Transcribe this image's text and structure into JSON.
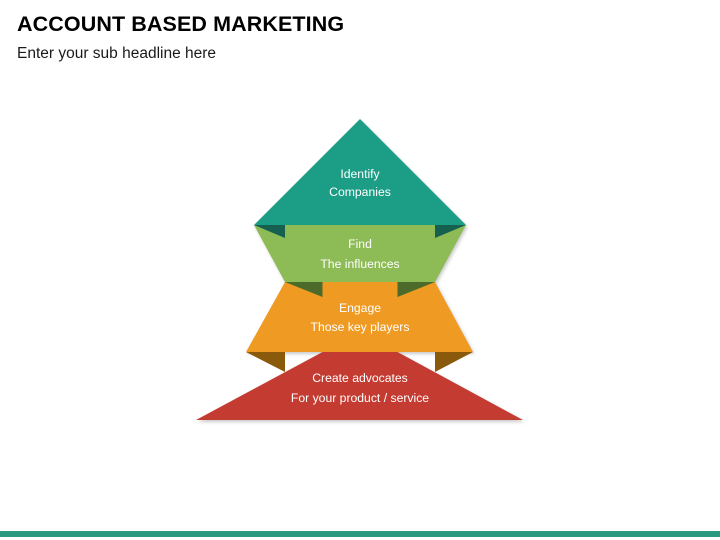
{
  "header": {
    "title": "ACCOUNT BASED MARKETING",
    "subtitle": "Enter your sub headline here"
  },
  "pyramid": {
    "name": "account-based-marketing-pyramid",
    "tiers": [
      {
        "id": "identify",
        "line1": "Identify",
        "line2": "Companies",
        "color": "#1f9e86",
        "shadow_color": "#16604f"
      },
      {
        "id": "find",
        "line1": "Find",
        "line2": "The influences",
        "color": "#8dbb55",
        "shadow_color": "#4c6b2a"
      },
      {
        "id": "engage",
        "line1": "Engage",
        "line2": "Those key players",
        "color": "#ef9a21",
        "shadow_color": "#8a5a0c"
      },
      {
        "id": "create-advocates",
        "line1": "Create advocates",
        "line2": "For your product / service",
        "color": "#c43b33",
        "shadow_color": "#7d2a23"
      }
    ]
  },
  "footer": {
    "accent_color": "#27997f"
  }
}
